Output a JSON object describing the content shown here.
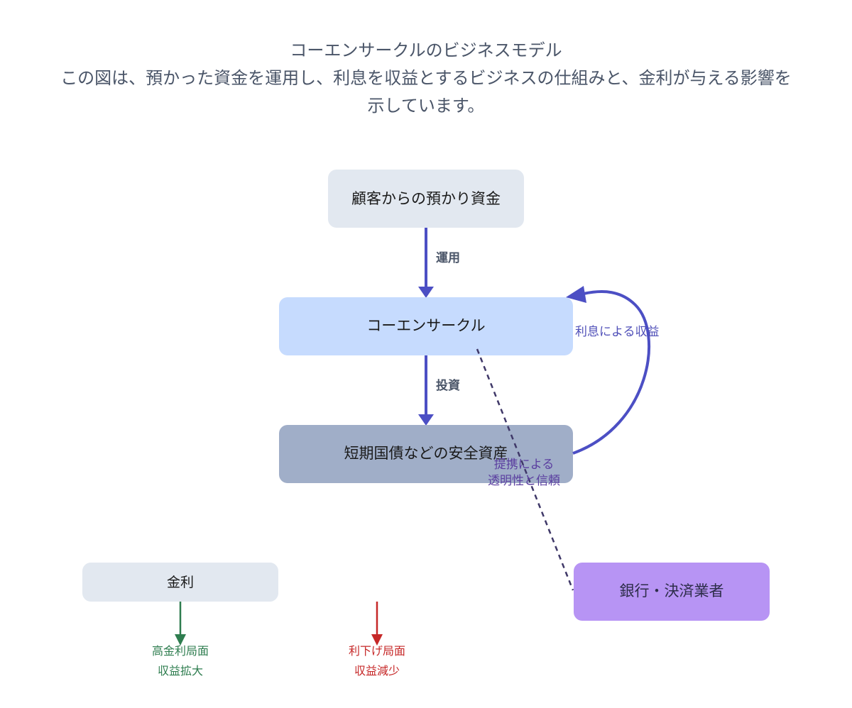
{
  "header": {
    "title": "コーエンサークルのビジネスモデル",
    "subtitle_line1": "この図は、預かった資金を運用し、利息を収益とするビジネスの仕組みと、金利が与える影響を",
    "subtitle_line2": "示しています。"
  },
  "nodes": {
    "deposits": "顧客からの預かり資金",
    "company": "コーエンサークル",
    "assets": "短期国債などの安全資産",
    "rate": "金利",
    "partners": "銀行・決済業者"
  },
  "edges": {
    "operate": "運用",
    "invest": "投資",
    "interest_income": "利息による収益",
    "partnership_line1": "提携による",
    "partnership_line2": "透明性と信頼"
  },
  "scenarios": {
    "high_line1": "高金利局面",
    "high_line2": "収益拡大",
    "cut_line1": "利下げ局面",
    "cut_line2": "収益減少"
  },
  "colors": {
    "node_light": "#e2e8f0",
    "node_blue": "#c6dbfe",
    "node_slate": "#a0aec8",
    "node_purple": "#b794f4",
    "arrow_main": "#4c4fc4",
    "dashed": "#3f3868",
    "green": "#2e7d4f",
    "red": "#c62828"
  }
}
